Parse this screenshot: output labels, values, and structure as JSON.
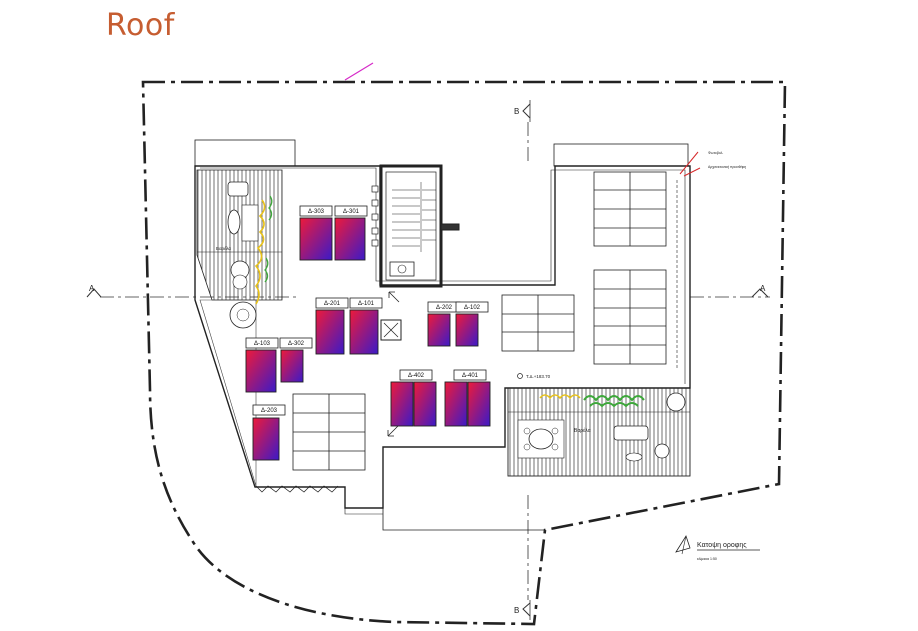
{
  "title": "Roof",
  "colors": {
    "title": "#c65d31",
    "line": "#222222",
    "panel_a": "#ee1a3a",
    "panel_b": "#3b1ac8",
    "plants_yellow": "#e8c21a",
    "plants_green": "#3da83a",
    "magenta": "#d62ac8",
    "red_mark": "#d6282a"
  },
  "section_markers": {
    "top_b": "B",
    "bottom_b": "B",
    "left_a": "A",
    "right_a": "A"
  },
  "panels": [
    {
      "label": "Δ-303"
    },
    {
      "label": "Δ-301"
    },
    {
      "label": "Δ-201"
    },
    {
      "label": "Δ-101"
    },
    {
      "label": "Δ-202"
    },
    {
      "label": "Δ-102"
    },
    {
      "label": "Δ-103"
    },
    {
      "label": "Δ-302"
    },
    {
      "label": "Δ-402"
    },
    {
      "label": "Δ-401"
    },
    {
      "label": "Δ-203"
    }
  ],
  "annotations": {
    "elevation": "Τ.Δ.+183.70",
    "deck_label": "Βαρέλα",
    "terrace_label": "Βαρέλα",
    "note_top": "Φωτοβολ.",
    "note_bottom": "Αρχιτεκτονική προσθήκη"
  },
  "legend": {
    "title": "Κατοψη οροφης",
    "scale": "κλίμακα 1:50"
  }
}
